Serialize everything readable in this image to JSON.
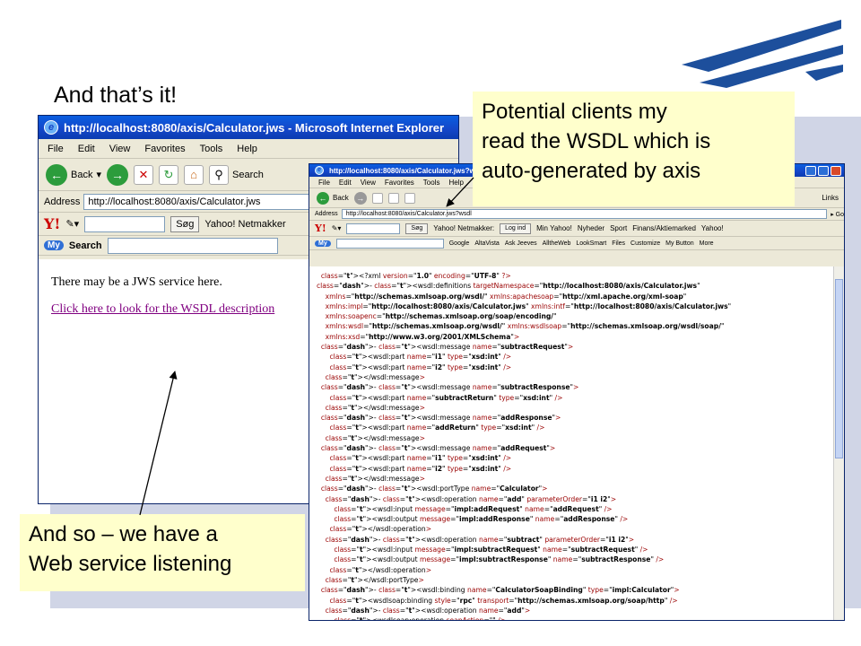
{
  "slide": {
    "title": "And that’s it!",
    "callout_top": [
      "Potential clients my",
      "read the WSDL which is",
      "auto-generated by axis"
    ],
    "callout_bottom": [
      "And so – we have a",
      "Web service listening"
    ]
  },
  "window1": {
    "title": "http://localhost:8080/axis/Calculator.jws - Microsoft Internet Explorer",
    "menu": [
      "File",
      "Edit",
      "View",
      "Favorites",
      "Tools",
      "Help"
    ],
    "back_label": "Back",
    "search_label": "Search",
    "address_label": "Address",
    "address": "http://localhost:8080/axis/Calculator.jws",
    "yahoo_search_button": "Søg",
    "yahoo_netmakker": "Yahoo! Netmakker",
    "mysearch_label": "Search",
    "page_text": "There may be a JWS service here.",
    "page_link": "Click here to look for the WSDL description"
  },
  "window2": {
    "title": "http://localhost:8080/axis/Calculator.jws?wsdl",
    "menu": [
      "File",
      "Edit",
      "View",
      "Favorites",
      "Tools",
      "Help"
    ],
    "back_label": "Back",
    "address_label": "Address",
    "address": "http://localhost:8080/axis/Calculator.jws?wsdl",
    "go_label": "Go",
    "links_label": "Links",
    "yahoo_search_button": "Søg",
    "yahoo_netmakker": "Yahoo! Netmakker:",
    "log_in": "Log ind",
    "yahoo_items": [
      "Min Yahoo!",
      "Nyheder",
      "Sport",
      "Finans/Aktiemarked",
      "Yahoo!"
    ],
    "mysearch_items": [
      "Google",
      "AltaVista",
      "Ask Jeeves",
      "AlltheWeb",
      "LookSmart",
      "Files",
      "Customize",
      "My Button",
      "More"
    ],
    "xml_lines": [
      "  <?xml version=\"1.0\" encoding=\"UTF-8\" ?>",
      "- <wsdl:definitions targetNamespace=\"http://localhost:8080/axis/Calculator.jws\"",
      "    xmlns=\"http://schemas.xmlsoap.org/wsdl/\" xmlns:apachesoap=\"http://xml.apache.org/xml-soap\"",
      "    xmlns:impl=\"http://localhost:8080/axis/Calculator.jws\" xmlns:intf=\"http://localhost:8080/axis/Calculator.jws\"",
      "    xmlns:soapenc=\"http://schemas.xmlsoap.org/soap/encoding/\"",
      "    xmlns:wsdl=\"http://schemas.xmlsoap.org/wsdl/\" xmlns:wsdlsoap=\"http://schemas.xmlsoap.org/wsdl/soap/\"",
      "    xmlns:xsd=\"http://www.w3.org/2001/XMLSchema\">",
      "  - <wsdl:message name=\"subtractRequest\">",
      "      <wsdl:part name=\"i1\" type=\"xsd:int\" />",
      "      <wsdl:part name=\"i2\" type=\"xsd:int\" />",
      "    </wsdl:message>",
      "  - <wsdl:message name=\"subtractResponse\">",
      "      <wsdl:part name=\"subtractReturn\" type=\"xsd:int\" />",
      "    </wsdl:message>",
      "  - <wsdl:message name=\"addResponse\">",
      "      <wsdl:part name=\"addReturn\" type=\"xsd:int\" />",
      "    </wsdl:message>",
      "  - <wsdl:message name=\"addRequest\">",
      "      <wsdl:part name=\"i1\" type=\"xsd:int\" />",
      "      <wsdl:part name=\"i2\" type=\"xsd:int\" />",
      "    </wsdl:message>",
      "  - <wsdl:portType name=\"Calculator\">",
      "    - <wsdl:operation name=\"add\" parameterOrder=\"i1 i2\">",
      "        <wsdl:input message=\"impl:addRequest\" name=\"addRequest\" />",
      "        <wsdl:output message=\"impl:addResponse\" name=\"addResponse\" />",
      "      </wsdl:operation>",
      "    - <wsdl:operation name=\"subtract\" parameterOrder=\"i1 i2\">",
      "        <wsdl:input message=\"impl:subtractRequest\" name=\"subtractRequest\" />",
      "        <wsdl:output message=\"impl:subtractResponse\" name=\"subtractResponse\" />",
      "      </wsdl:operation>",
      "    </wsdl:portType>",
      "  - <wsdl:binding name=\"CalculatorSoapBinding\" type=\"impl:Calculator\">",
      "      <wsdlsoap:binding style=\"rpc\" transport=\"http://schemas.xmlsoap.org/soap/http\" />",
      "    - <wsdl:operation name=\"add\">",
      "        <wsdlsoap:operation soapAction=\"\" />"
    ]
  },
  "colors": {
    "slide_panel": "#d0d5e6",
    "callout": "#ffffcc",
    "logo_blue": "#1d4f9c",
    "titlebar": "#1446c8"
  }
}
